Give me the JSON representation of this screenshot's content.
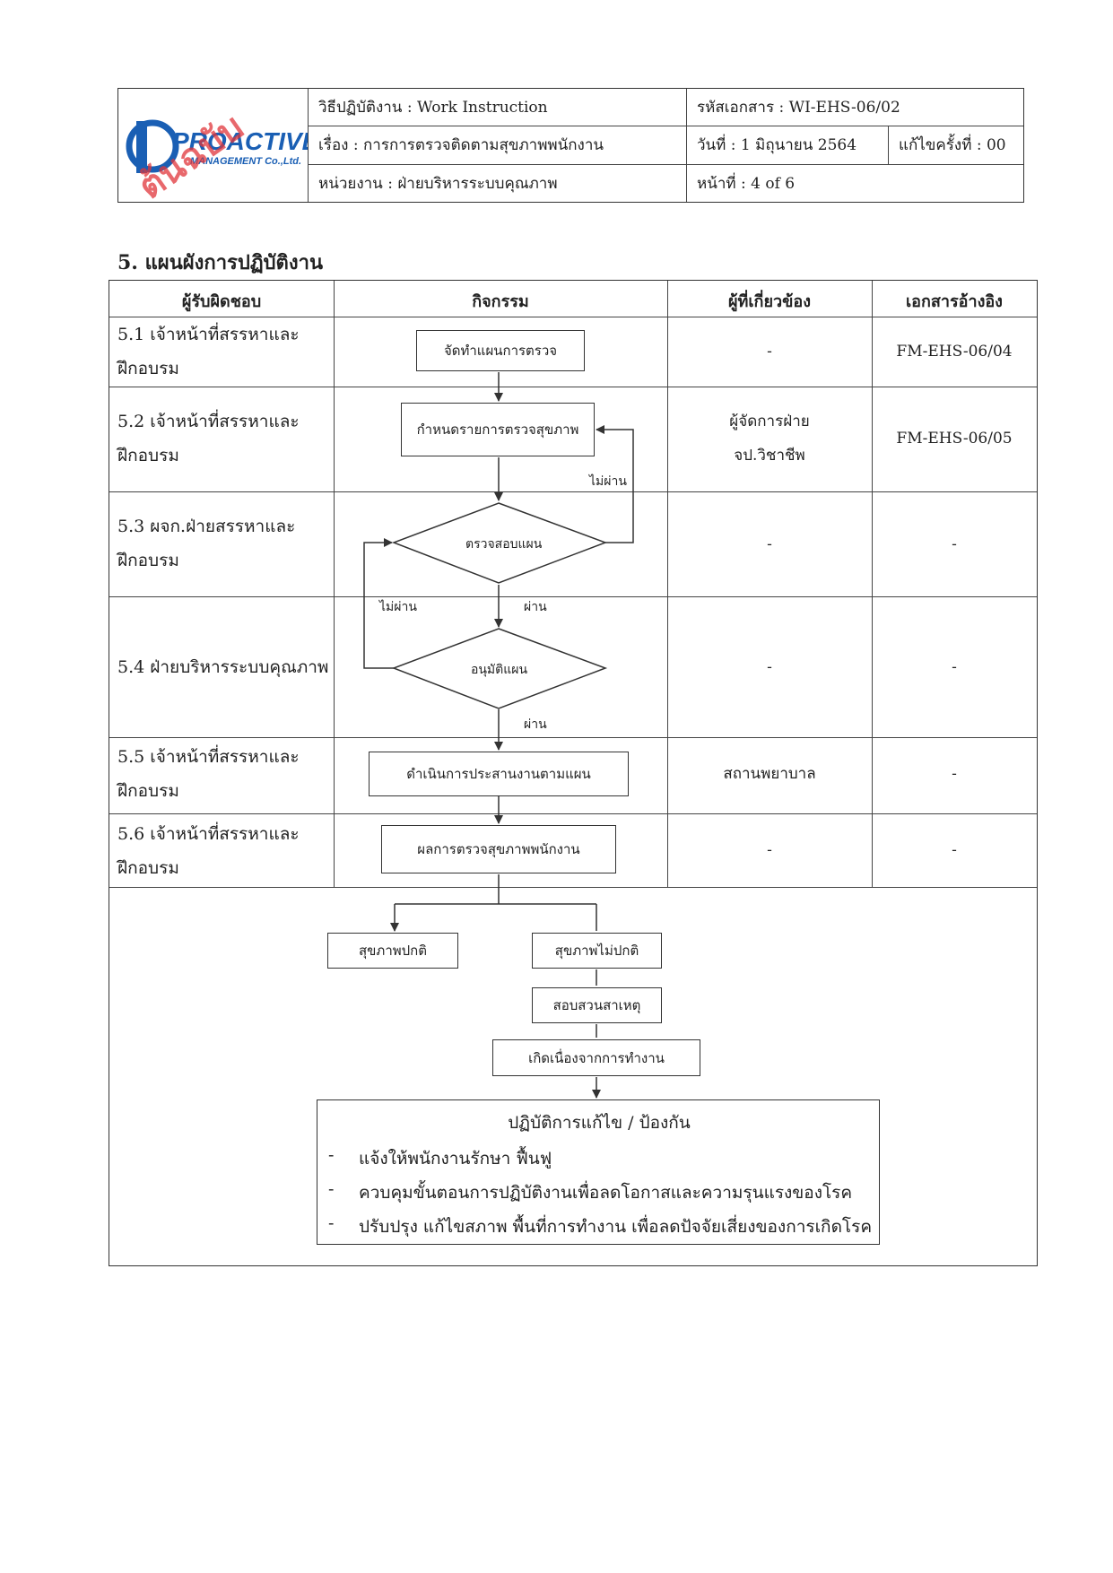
{
  "header": {
    "logo": {
      "name": "PROACTIVE",
      "sub": "MANAGEMENT Co.,Ltd.",
      "stamp": "ต้นฉบับ"
    },
    "procedure_label": "วิธีปฏิบัติงาน : Work Instruction",
    "subject_label": "เรื่อง  : การการตรวจติดตามสุขภาพพนักงาน",
    "department_label": "หน่วยงาน  : ฝ่ายบริหารระบบคุณภาพ",
    "doc_code": "รหัสเอกสาร : WI-EHS-06/02",
    "date": "วันที่ : 1 มิถุนายน  2564",
    "revision": "แก้ไขครั้งที่ : 00",
    "page": "หน้าที่  :   4 of 6"
  },
  "section_title": "5.  แผนผังการปฏิบัติงาน",
  "table": {
    "headers": [
      "ผู้รับผิดชอบ",
      "กิจกรรม",
      "ผู้ที่เกี่ยวข้อง",
      "เอกสารอ้างอิง"
    ],
    "rows": [
      {
        "resp": "5.1 เจ้าหน้าที่สรรหาและ\nฝึกอบรม",
        "related": "-",
        "doc": "FM-EHS-06/04"
      },
      {
        "resp": "5.2 เจ้าหน้าที่สรรหาและ\nฝึกอบรม",
        "related": "ผู้จัดการฝ่าย\nจป.วิชาชีพ",
        "doc": "FM-EHS-06/05"
      },
      {
        "resp": "5.3 ผจก.ฝ่ายสรรหาและ\nฝึกอบรม",
        "related": "-",
        "doc": "-"
      },
      {
        "resp": "5.4  ฝ่ายบริหารระบบคุณภาพ",
        "related": "-",
        "doc": "-"
      },
      {
        "resp": "5.5 เจ้าหน้าที่สรรหาและ\nฝึกอบรม",
        "related": "สถานพยาบาล",
        "doc": "-"
      },
      {
        "resp": "5.6 เจ้าหน้าที่สรรหาและ\nฝึกอบรม",
        "related": "-",
        "doc": "-"
      }
    ]
  },
  "flow": {
    "step1": "จัดทำแผนการตรวจ",
    "step2": "กำหนดรายการตรวจสุขภาพ",
    "decision1": "ตรวจสอบแผน",
    "decision2": "อนุมัติแผน",
    "step5": "ดำเนินการประสานงานตามแผน",
    "step6": "ผลการตรวจสุขภาพพนักงาน",
    "normal": "สุขภาพปกติ",
    "abnormal": "สุขภาพไม่ปกติ",
    "investigate": "สอบสวนสาเหตุ",
    "work_related": "เกิดเนื่องจากการทำงาน",
    "fail_label": "ไม่ผ่าน",
    "pass_label": "ผ่าน",
    "action": {
      "title": "ปฏิบัติการแก้ไข / ป้องกัน",
      "items": [
        "แจ้งให้พนักงานรักษา ฟื้นฟู",
        "ควบคุมขั้นตอนการปฏิบัติงานเพื่อลดโอกาสและความรุนแรงของโรค",
        "ปรับปรุง แก้ไขสภาพ พื้นที่การทำงาน  เพื่อลดปัจจัยเสี่ยงของการเกิดโรค"
      ],
      "bullet": "-"
    }
  }
}
